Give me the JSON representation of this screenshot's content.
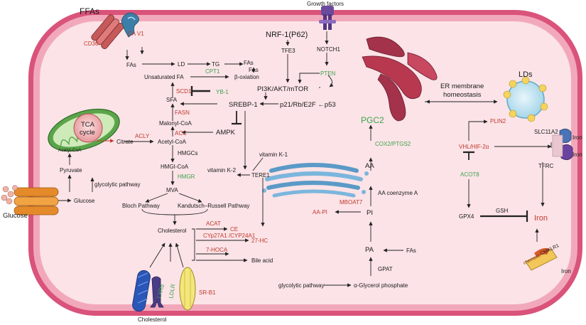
{
  "labels": {
    "ffas": "FFAs",
    "cd36": "CD36",
    "ca_v1": "CA V1",
    "fas_left": "FAs",
    "ld": "LD",
    "tg": "TG",
    "fas_top": "FAs",
    "fas_small": "FAs",
    "beta_ox": "β-oxiation",
    "cpt1": "CPT1",
    "unsat_fa": "Unsaturated FA",
    "scd1": "SCD1",
    "yb1": "YB-1",
    "sfa": "SFA",
    "fasn": "FASN",
    "malonyl": "Malonyl-CoA",
    "acc": "ACC",
    "acetyl": "Acetyl-CoA",
    "acly": "ACLY",
    "citrate": "Citrate",
    "tca": "TCA",
    "cycle": "cycle",
    "mito_acetyl": "Acetyl-CoA",
    "pyruvate": "Pyruvate",
    "glycolytic_left": "glycolytic pathway",
    "glucose_in": "Glucose",
    "glucose_out": "Glucose",
    "hmgcs": "HMGCs",
    "hmgcoa": "HMGI-CoA",
    "hmgr": "HMGR",
    "mva": "MVA",
    "bloch": "Bloch Pathway",
    "kandutsch": "Kandutsch–Russell Pathway",
    "cholesterol_mid": "Cholesterol",
    "acat": "ACAT",
    "ce": "CE",
    "cyp": "CYp27A1 /CYP24A1",
    "hc27": "27-HC",
    "hoca": "7-HOCA",
    "bile": "Bile acid",
    "lxra": "LXRα",
    "ldlr": "LDLR",
    "srb1": "SR-B1",
    "cholesterol_bottom": "Cholesterol",
    "growth": "Growth factors",
    "nrf1": "NRF-1(P62)",
    "tfe3": "TFE3",
    "notch1": "NOTCH1",
    "pten": "PTEN",
    "pi3k": "PI3K/AKT/mTOR",
    "srebp1": "SREBP-1",
    "p21": "p21/Rb/E2F ←p53",
    "ampk": "AMPK",
    "vitk1": "vitamin K-1",
    "vitk2": "vitamin K-2",
    "tere1": "TERE1",
    "pgc2": "PGC2",
    "cox2": "COX2/PTGS2",
    "aa": "AA",
    "aa_coa": "AA coenzyme A",
    "mboat7": "MBOAT7",
    "aa_pi": "AA-PI",
    "pi": "PI",
    "pa": "PA",
    "fas_pa": "FAs",
    "gpat": "GPAT",
    "glycolytic_bottom": "glycolytic pathway",
    "glycerol": "α-Glycerol phosphate",
    "er_line1": "ER membrane",
    "er_line2": "homeostasis",
    "lds": "LDs",
    "plin2": "PLIN2",
    "vhl": "VHL/HIF-2α",
    "acot8": "ACOT8",
    "slc11a2": "SLC11A2",
    "iron_top": "Iron",
    "iron_mid": "Iron",
    "tfrc": "TFRC",
    "gpx4": "GPX4",
    "gsh": "GSH",
    "iron_red": "Iron",
    "cmklr1": "CMKLR1",
    "chemerin": "chemerin",
    "iron_bottom": "Iron"
  },
  "colors": {
    "membrane": "#d9537a",
    "cytoplasm": "#fbe0e4",
    "label_red": "#c0392b",
    "label_green": "#3fa34d"
  }
}
